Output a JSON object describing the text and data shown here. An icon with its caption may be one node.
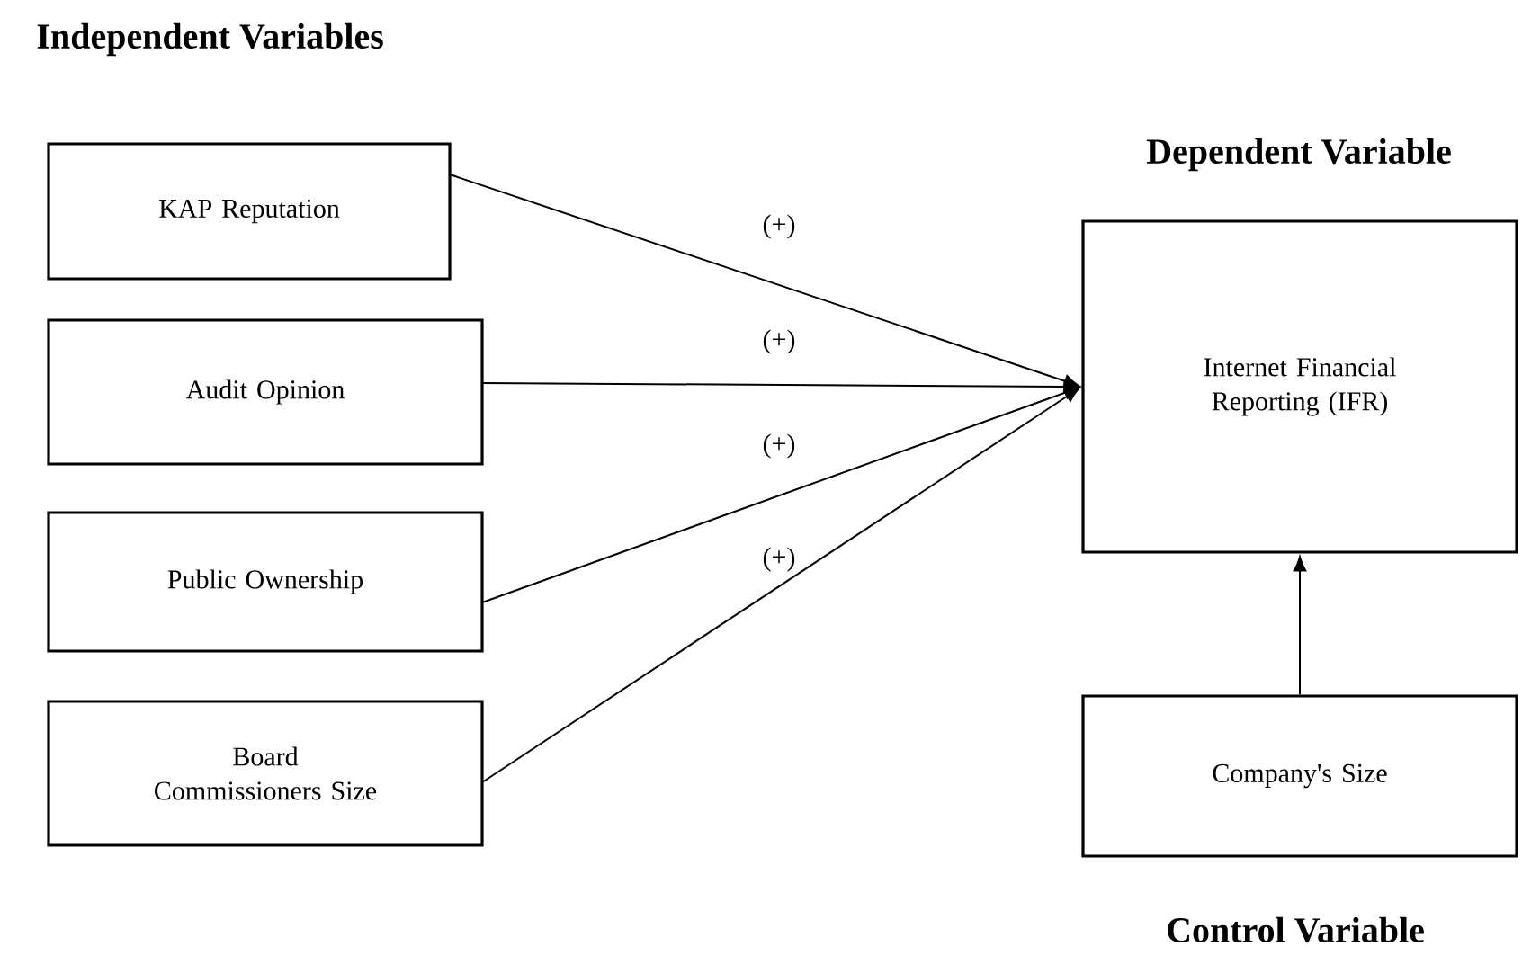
{
  "diagram": {
    "nodes": [
      {
        "text": [
          "KAP Reputation"
        ]
      },
      {
        "text": [
          "Audit Opinion"
        ]
      },
      {
        "text": [
          "Public Ownership"
        ]
      },
      {
        "text": [
          "Board Commissioners Size"
        ]
      },
      {
        "text": [
          "Internet Financial Reporting (IFR)"
        ]
      },
      {
        "text": [
          "Company's Size"
        ]
      }
    ],
    "edges": [
      {
        "from": 0,
        "to": 4,
        "arrow": "to",
        "label": "(+)"
      },
      {
        "from": 1,
        "to": 4,
        "arrow": "to",
        "label": "(+)"
      },
      {
        "from": 2,
        "to": 4,
        "arrow": "to",
        "label": "(+)"
      },
      {
        "from": 3,
        "to": 4,
        "arrow": "to",
        "label": "(+)"
      },
      {
        "from": 5,
        "to": 4,
        "arrow": "to"
      }
    ],
    "labels": [
      "Independent Variables",
      "Dependent Variable",
      "Control Variable"
    ]
  }
}
